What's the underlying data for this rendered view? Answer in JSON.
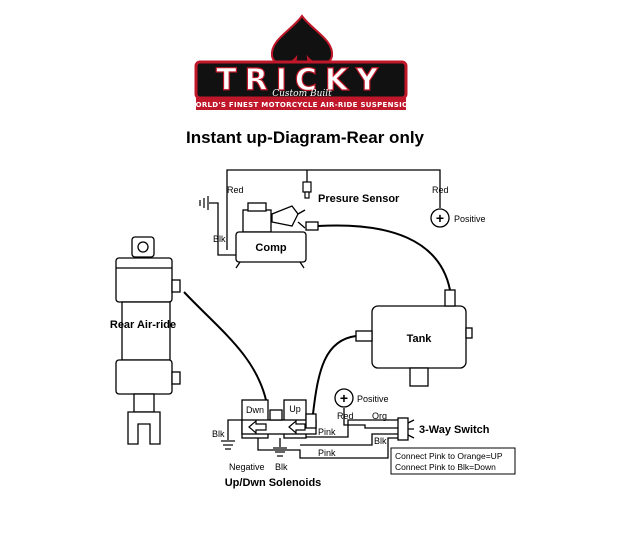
{
  "logo": {
    "brand": "TRICKY",
    "script": "Custom Built",
    "tagline": "WORLD'S FINEST MOTORCYCLE AIR-RIDE SUSPENSION"
  },
  "title": "Instant up-Diagram-Rear only",
  "labels": {
    "red_top": "Red",
    "red_right": "Red",
    "pressure_sensor": "Presure Sensor",
    "positive_top": "Positive",
    "blk_comp": "Blk",
    "comp": "Comp",
    "rear_air_ride": "Rear Air-ride",
    "tank": "Tank",
    "dwn": "Dwn",
    "up": "Up",
    "positive_mid": "Positive",
    "red_mid": "Red",
    "org": "Org",
    "three_way_switch": "3-Way Switch",
    "blk_sol": "Blk",
    "pink_upper": "Pink",
    "blk_switch": "Blk",
    "pink_lower": "Pink",
    "negative": "Negative",
    "blk_ground": "Blk",
    "solenoids": "Up/Dwn Solenoids"
  },
  "notes": [
    "Connect Pink to Orange=UP",
    "Connect Pink to Blk=Down"
  ],
  "symbols": {
    "plus": "+"
  },
  "colors": {
    "logo_red": "#c0182a",
    "logo_black": "#111111",
    "line": "#000000"
  }
}
